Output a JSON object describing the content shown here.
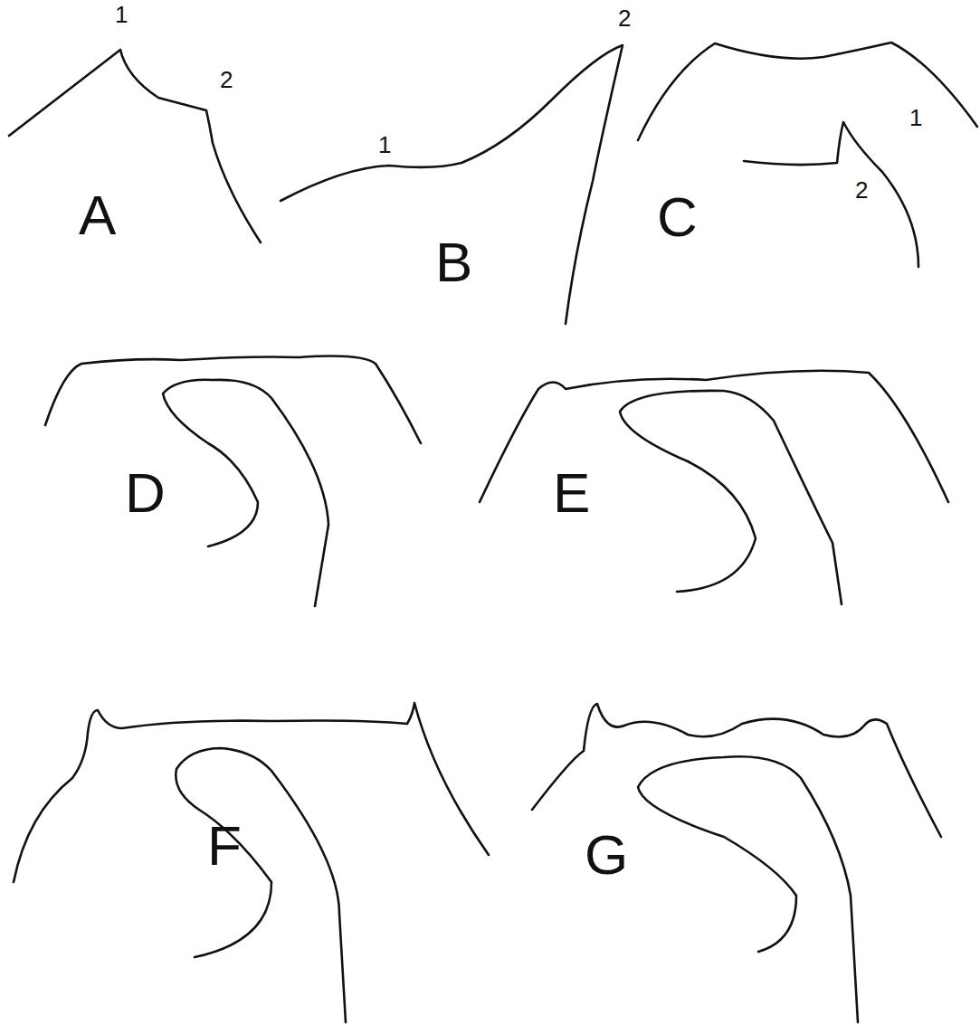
{
  "diagram": {
    "labels": [
      "1",
      "2",
      "A",
      "1",
      "2",
      "B",
      "1",
      "2",
      "C",
      "D",
      "E",
      "F",
      "G"
    ]
  }
}
